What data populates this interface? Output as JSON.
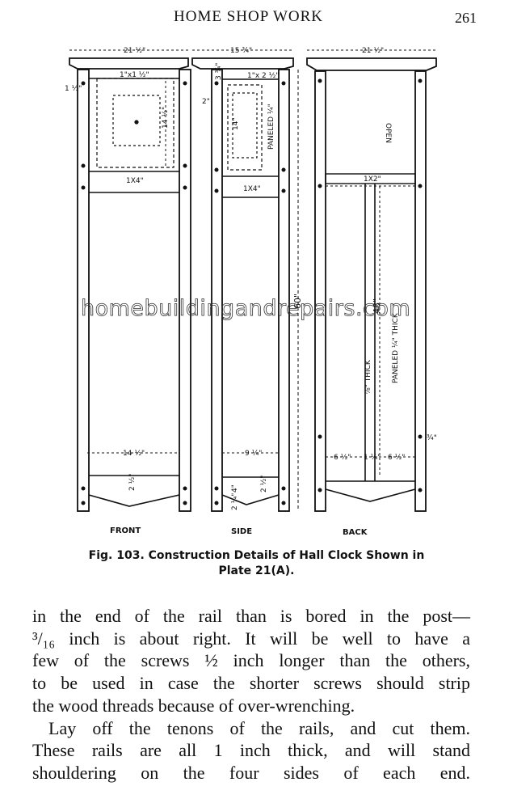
{
  "header": {
    "title": "HOME SHOP WORK",
    "page_number": "261"
  },
  "figure": {
    "caption_line1": "Fig. 103.  Construction Details of Hall Clock Shown in",
    "caption_line2": "Plate 21(A).",
    "views": {
      "front": "FRONT",
      "side": "SIDE",
      "back": "BACK"
    },
    "dimensions": {
      "front_width": "21 ½\"",
      "side_width": "15 ¾\"",
      "back_width": "21 ½\"",
      "front_rail_top": "1\"x1 ½\"",
      "front_panel_height": "14 ½\"",
      "front_rail": "1X4\"",
      "front_top_offset": "1 ½\"",
      "front_inner_width": "14 ½\"",
      "front_bottom_a": "2 ½\"",
      "side_rail_top": "1\"x 2 ½\"",
      "side_top_offset": "2\"",
      "side_top_small": "3 ¾\"",
      "side_panel_height": "14\"",
      "side_paneled": "PANELED ¼\"",
      "side_rail": "1X4\"",
      "side_height": "60\"",
      "side_inner_width": "9 ¼\"",
      "side_bottom_a": "4\"",
      "side_bottom_b": "2 ½\"",
      "side_bottom_c": "2 ¼\"",
      "back_rail": "1X2\"",
      "back_open": "OPEN",
      "back_height": "48\"",
      "back_thick": "⅞\" THICK",
      "back_paneled": "PANELED ¼\" THICK",
      "back_left": "6 ½\"",
      "back_mid": "1 ¼\"",
      "back_right": "6 ½\"",
      "back_side_small": "¾\""
    },
    "watermark": "homebuildingandrepairs.com"
  },
  "body": {
    "lines": [
      "in the end of the rail than is bored in the post—",
      "³/₁₆ inch is about right.  It will be well to have a",
      "few of the screws ½ inch longer than the others,",
      "to be used in case the shorter screws should strip",
      "the wood threads because of over-wrenching.",
      "Lay off the tenons of the rails, and cut them.",
      "These rails are all 1 inch thick, and will stand",
      "shouldering on the four sides of each end."
    ]
  }
}
